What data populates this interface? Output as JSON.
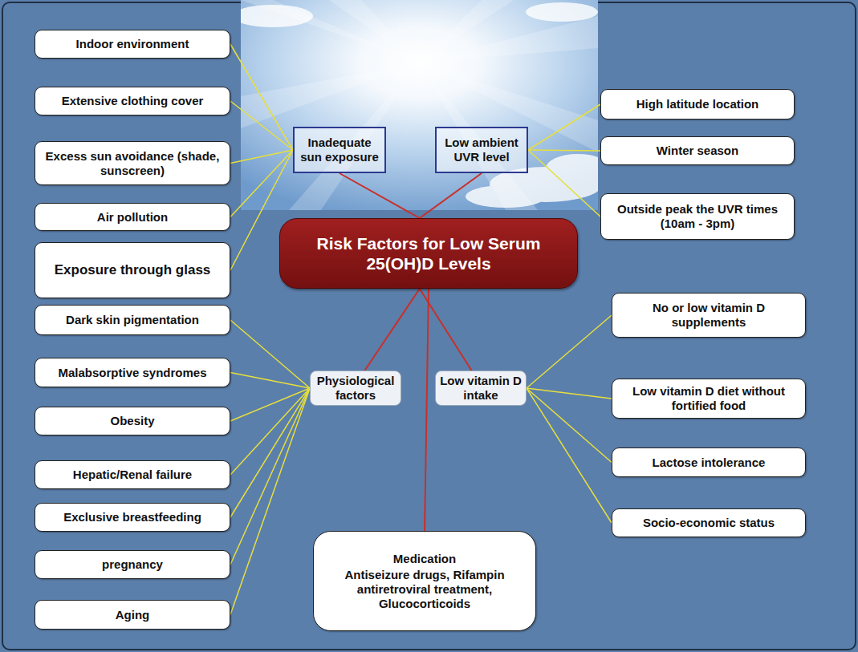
{
  "diagram": {
    "nodes": [
      {
        "text": [
          "Indoor environment"
        ]
      },
      {
        "text": [
          "Extensive clothing cover"
        ]
      },
      {
        "text": [
          "Excess sun avoidance (shade, sunscreen)"
        ]
      },
      {
        "text": [
          "Air pollution"
        ]
      },
      {
        "text": [
          "Exposure through glass"
        ]
      },
      {
        "text": [
          "Inadequate sun exposure"
        ]
      },
      {
        "text": [
          "Low ambient UVR level"
        ]
      },
      {
        "text": [
          "High latitude location"
        ]
      },
      {
        "text": [
          "Winter season"
        ]
      },
      {
        "text": [
          "Outside peak the UVR times (10am - 3pm)"
        ]
      },
      {
        "text": [
          "Risk Factors for Low Serum 25(OH)D Levels"
        ]
      },
      {
        "text": [
          "Dark skin pigmentation"
        ]
      },
      {
        "text": [
          "Malabsorptive syndromes"
        ]
      },
      {
        "text": [
          "Obesity"
        ]
      },
      {
        "text": [
          "Hepatic/Renal failure"
        ]
      },
      {
        "text": [
          "Exclusive breastfeeding"
        ]
      },
      {
        "text": [
          "pregnancy"
        ]
      },
      {
        "text": [
          "Aging"
        ]
      },
      {
        "text": [
          "Physiological factors"
        ]
      },
      {
        "text": [
          "Low vitamin D intake"
        ]
      },
      {
        "text": [
          "No or low vitamin D supplements"
        ]
      },
      {
        "text": [
          "Low vitamin D diet without fortified food"
        ]
      },
      {
        "text": [
          "Lactose intolerance"
        ]
      },
      {
        "text": [
          "Socio-economic status"
        ]
      },
      {
        "text": [
          "Medication",
          "Antiseizure drugs, Rifampin antiretroviral treatment, Glucocorticoids"
        ]
      }
    ],
    "edges": [
      {
        "from": 0,
        "to": 5,
        "arrow": "none"
      },
      {
        "from": 1,
        "to": 5,
        "arrow": "none"
      },
      {
        "from": 2,
        "to": 5,
        "arrow": "none"
      },
      {
        "from": 3,
        "to": 5,
        "arrow": "none"
      },
      {
        "from": 4,
        "to": 5,
        "arrow": "none"
      },
      {
        "from": 5,
        "to": 10,
        "arrow": "none"
      },
      {
        "from": 6,
        "to": 10,
        "arrow": "none"
      },
      {
        "from": 7,
        "to": 6,
        "arrow": "none"
      },
      {
        "from": 8,
        "to": 6,
        "arrow": "none"
      },
      {
        "from": 9,
        "to": 6,
        "arrow": "none"
      },
      {
        "from": 11,
        "to": 18,
        "arrow": "none"
      },
      {
        "from": 12,
        "to": 18,
        "arrow": "none"
      },
      {
        "from": 13,
        "to": 18,
        "arrow": "none"
      },
      {
        "from": 14,
        "to": 18,
        "arrow": "none"
      },
      {
        "from": 15,
        "to": 18,
        "arrow": "none"
      },
      {
        "from": 16,
        "to": 18,
        "arrow": "none"
      },
      {
        "from": 17,
        "to": 18,
        "arrow": "none"
      },
      {
        "from": 18,
        "to": 10,
        "arrow": "none"
      },
      {
        "from": 19,
        "to": 10,
        "arrow": "none"
      },
      {
        "from": 20,
        "to": 19,
        "arrow": "none"
      },
      {
        "from": 21,
        "to": 19,
        "arrow": "none"
      },
      {
        "from": 22,
        "to": 19,
        "arrow": "none"
      },
      {
        "from": 23,
        "to": 19,
        "arrow": "none"
      },
      {
        "from": 24,
        "to": 10,
        "arrow": "none"
      }
    ]
  }
}
